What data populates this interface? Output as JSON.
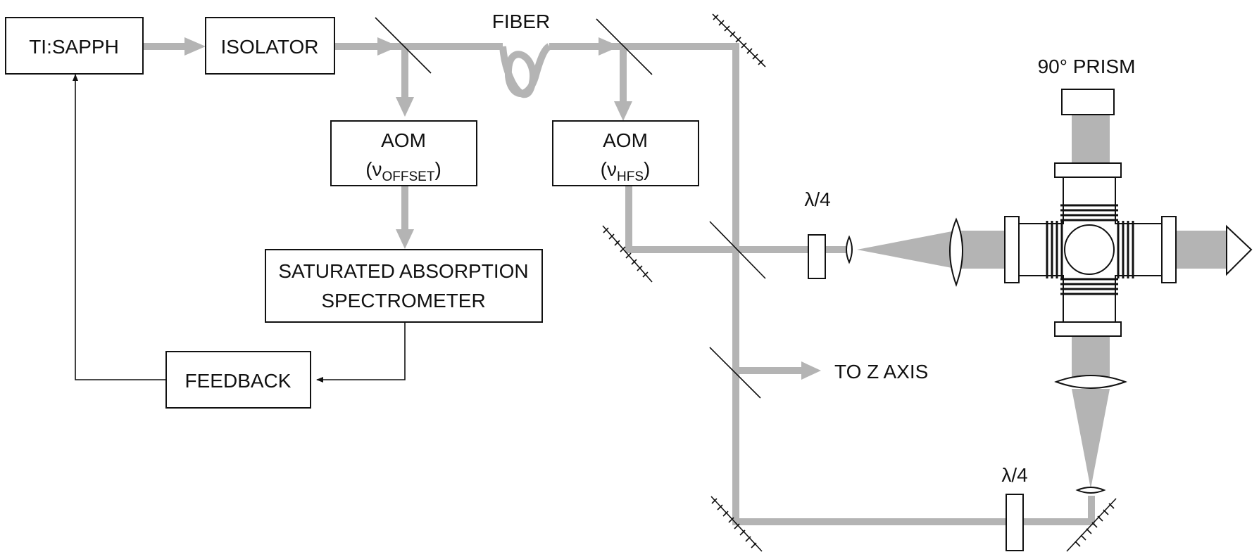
{
  "colors": {
    "beam": "#b4b4b4",
    "line": "#111111",
    "background": "#ffffff"
  },
  "boxes": {
    "laser": "TI:SAPPH",
    "isolator": "ISOLATOR",
    "aom_offset": {
      "name": "AOM",
      "symbol": "ν",
      "subscript": "OFFSET"
    },
    "aom_hfs": {
      "name": "AOM",
      "symbol": "ν",
      "subscript": "HFS"
    },
    "spectrometer": {
      "line1": "SATURATED ABSORPTION",
      "line2": "SPECTROMETER"
    },
    "feedback": "FEEDBACK"
  },
  "labels": {
    "fiber": "FIBER",
    "prism": "90° PRISM",
    "waveplate_top": "λ/4",
    "waveplate_bottom": "λ/4",
    "to_z_axis": "TO Z  AXIS"
  },
  "icons": [
    "beamsplitter-icon",
    "mirror-icon",
    "fiber-loop-icon",
    "lens-icon",
    "waveplate-icon",
    "prism-icon",
    "vacuum-chamber-icon"
  ]
}
